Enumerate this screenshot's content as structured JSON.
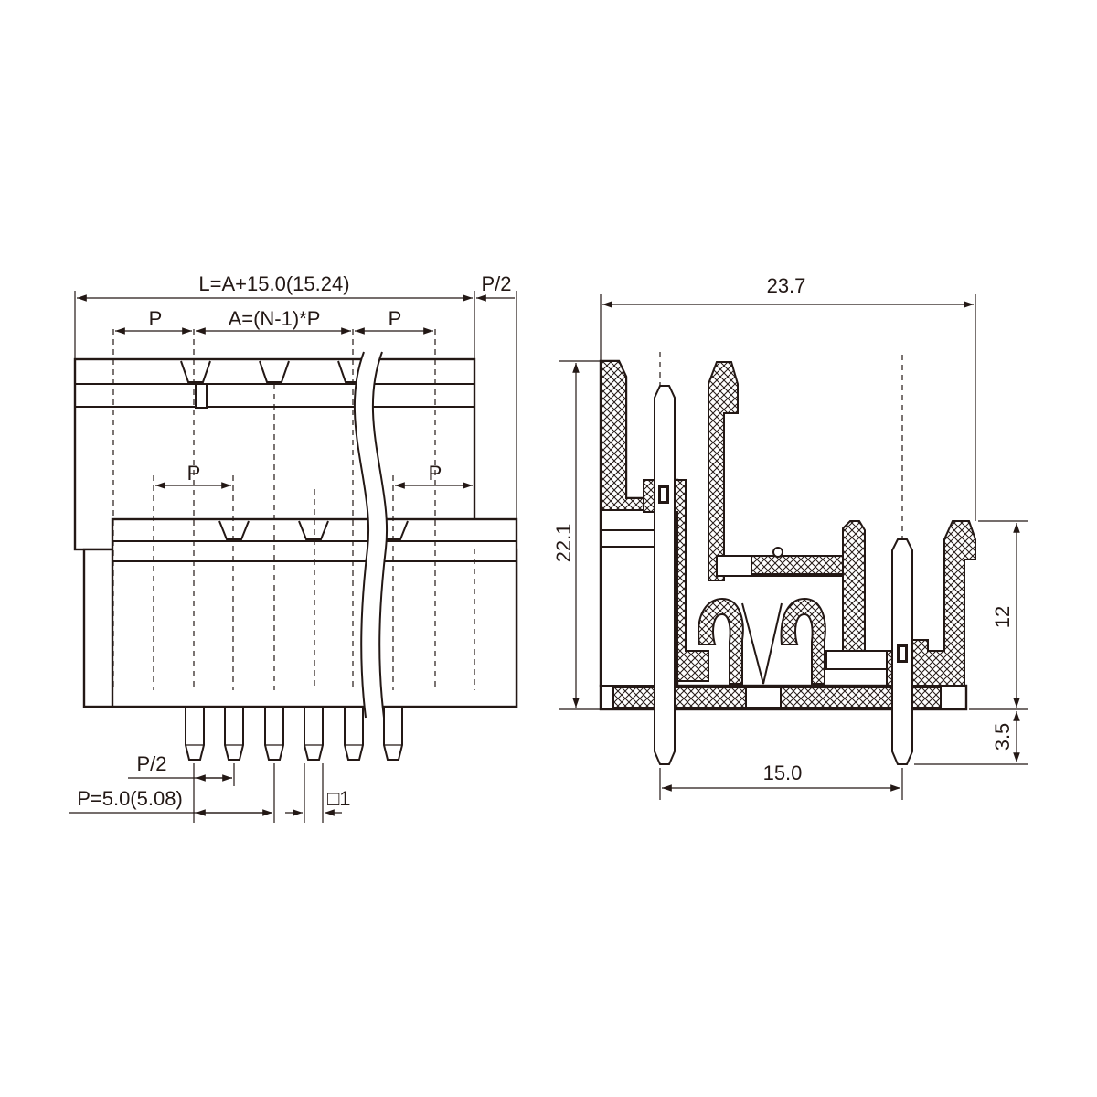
{
  "drawing": {
    "front_view": {
      "dim_length": "L=A+15.0(15.24)",
      "dim_half_pitch_top": "P/2",
      "dim_pitch_left": "P",
      "dim_span": "A=(N-1)*P",
      "dim_pitch_right": "P",
      "dim_pitch_mid_left": "P",
      "dim_pitch_mid_right": "P",
      "dim_half_pitch_bottom": "P/2",
      "dim_pitch_value": "P=5.0(5.08)",
      "dim_pin_square": "□1"
    },
    "side_view": {
      "dim_depth": "23.7",
      "dim_height": "22.1",
      "dim_upper_height": "12",
      "dim_pin_length": "3.5",
      "dim_pin_spacing": "15.0"
    }
  }
}
